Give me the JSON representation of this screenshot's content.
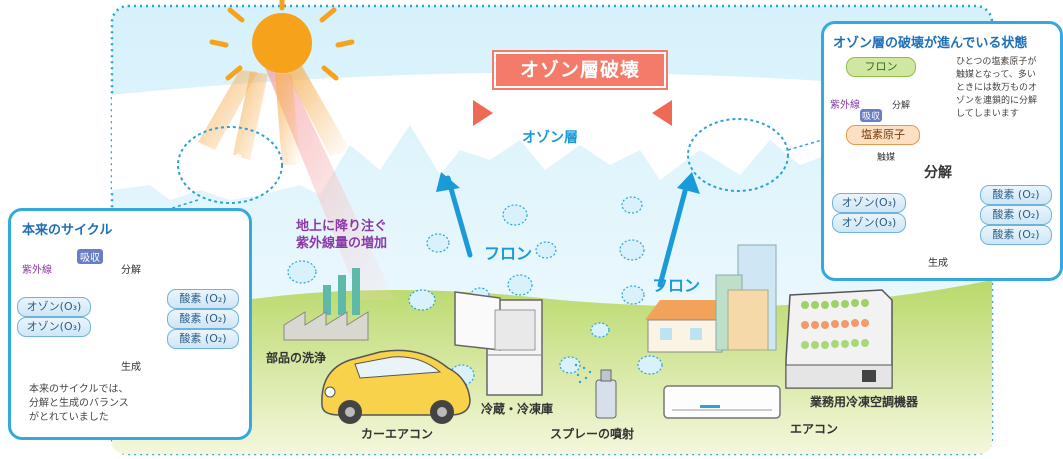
{
  "title": "オゾン層破壊",
  "ozone_layer_label": "オゾン層",
  "uv_absorption_label": "紫外線\nの吸収",
  "uv_increase_label": "地上に降り注ぐ\n紫外線量の増加",
  "freon_label_left": "フロン",
  "freon_label_right": "フロン",
  "sources": {
    "parts_cleaning": "部品の洗浄",
    "car_aircon": "カーエアコン",
    "fridge": "冷蔵・冷凍庫",
    "spray": "スプレーの噴射",
    "aircon": "エアコン",
    "commercial": "業務用冷凍空調機器"
  },
  "left_panel": {
    "title": "本来のサイクル",
    "uv": "紫外線",
    "absorb": "吸収",
    "decompose": "分解",
    "generate": "生成",
    "ozone": [
      "オゾン(O₃)",
      "オゾン(O₃)"
    ],
    "oxygen": [
      "酸素 (O₂)",
      "酸素 (O₂)",
      "酸素 (O₂)"
    ],
    "note": "本来のサイクルでは、\n分解と生成のバランス\nがとれていました"
  },
  "right_panel": {
    "title": "オゾン層の破壊が進んでいる状態",
    "freon": "フロン",
    "uv": "紫外線",
    "absorb": "吸収",
    "decompose_small": "分解",
    "chlorine": "塩素原子",
    "catalyst": "触媒",
    "decompose": "分解",
    "generate": "生成",
    "ozone": [
      "オゾン(O₃)",
      "オゾン(O₃)"
    ],
    "oxygen": [
      "酸素 (O₂)",
      "酸素 (O₂)",
      "酸素 (O₂)"
    ],
    "note": "ひとつの塩素原子が\n触媒となって、多い\nときには数万ものオ\nゾンを連鎖的に分解\nしてしまいます"
  },
  "colors": {
    "sky": "#cfeefa",
    "ground": "#c9e27a",
    "frame": "#2aa3d8",
    "badge": "#f47a6a",
    "arrow": "#1a9ad6",
    "purple": "#8a3aa8",
    "sun": "#f7a21b"
  },
  "icons": [
    "sun-icon",
    "factory-icon",
    "car-icon",
    "fridge-icon",
    "spray-can-icon",
    "house-icon",
    "building-icon",
    "air-conditioner-icon",
    "showcase-icon"
  ]
}
